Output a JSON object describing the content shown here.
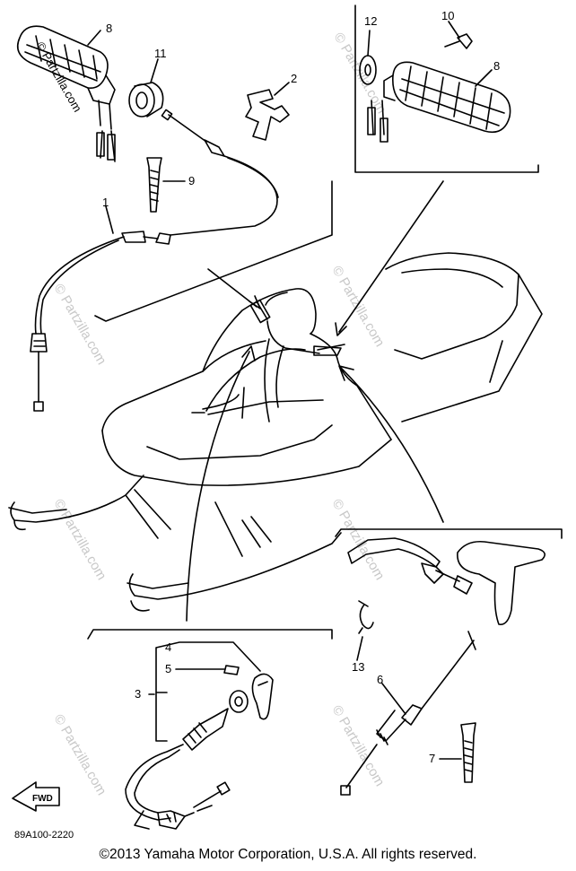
{
  "diagram": {
    "callouts": [
      "8",
      "11",
      "2",
      "9",
      "1",
      "12",
      "10",
      "8",
      "13",
      "6",
      "7",
      "4",
      "5",
      "3"
    ],
    "fwd_label": "FWD",
    "part_code": "89A100-2220",
    "watermark": "© Partzilla.com",
    "copyright": "©2013 Yamaha Motor Corporation, U.S.A. All rights reserved."
  },
  "colors": {
    "ink": "#000000",
    "watermark": "#c8c8c8",
    "background": "#ffffff"
  }
}
